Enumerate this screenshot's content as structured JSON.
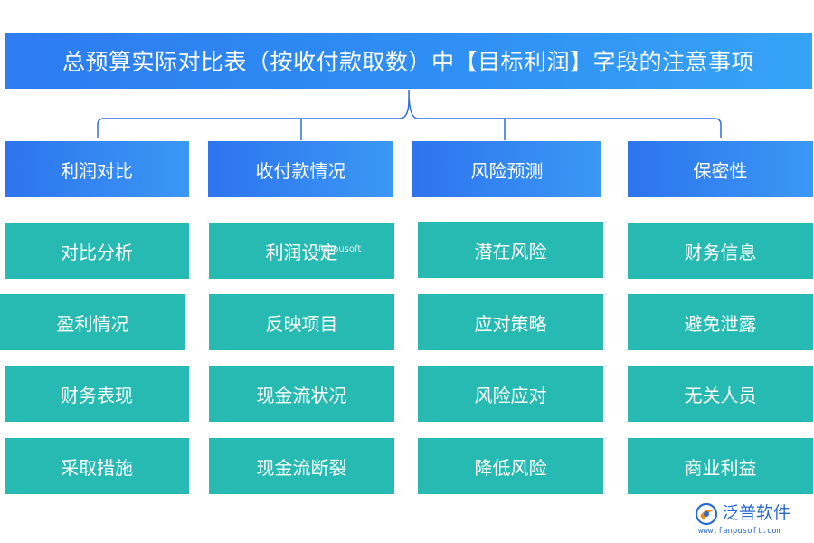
{
  "title": "总预算实际对比表（按收付款取数）中【目标利润】字段的注意事项",
  "categories": [
    {
      "label": "利润对比",
      "items": [
        "对比分析",
        "盈利情况",
        "财务表现",
        "采取措施"
      ]
    },
    {
      "label": "收付款情况",
      "items": [
        "利润设定",
        "反映项目",
        "现金流状况",
        "现金流断裂"
      ]
    },
    {
      "label": "风险预测",
      "items": [
        "潜在风险",
        "应对策略",
        "风险应对",
        "降低风险"
      ]
    },
    {
      "label": "保密性",
      "items": [
        "财务信息",
        "避免泄露",
        "无关人员",
        "商业利益"
      ]
    }
  ],
  "watermark": {
    "name": "泛普软件",
    "url": "www.fanpusoft.com",
    "faint_text": "fanpusoft"
  },
  "colors": {
    "title_bg": "#2f8df3",
    "category_bg": "#3b8ef2",
    "item_bg": "#26bab2",
    "connector": "#2f6fd6",
    "text": "#ffffff",
    "brand": "#2a6bd1"
  },
  "icons": {
    "brand_logo": "fanpu-logo-icon"
  }
}
